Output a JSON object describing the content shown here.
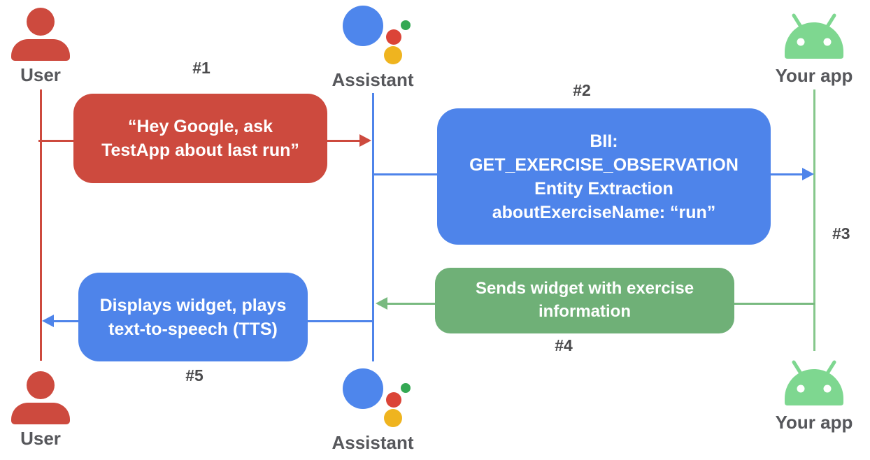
{
  "actors": {
    "user": {
      "label": "User"
    },
    "assistant": {
      "label": "Assistant"
    },
    "your_app": {
      "label": "Your app"
    }
  },
  "steps": {
    "step1": {
      "label": "#1",
      "message": "“Hey Google, ask\nTestApp about last run”"
    },
    "step2": {
      "label": "#2",
      "message": "BII:\nGET_EXERCISE_OBSERVATION\nEntity Extraction\naboutExerciseName: “run”"
    },
    "step3": {
      "label": "#3"
    },
    "step4": {
      "label": "#4",
      "message": "Sends widget with exercise\ninformation"
    },
    "step5": {
      "label": "#5",
      "message": "Displays widget, plays\ntext-to-speech (TTS)"
    }
  },
  "colors": {
    "message_red": "#cd4a3e",
    "message_blue": "#4e84ea",
    "message_green": "#6fb077",
    "lifeline_green": "#85c78b",
    "android_green": "#7ed790",
    "assistant_logo_blue": "#4e86ec",
    "assistant_logo_red": "#db4437",
    "assistant_logo_green": "#34a853",
    "assistant_logo_yellow": "#efb41f",
    "label_gray": "#56575b",
    "step_label_gray": "#4a4a4c"
  }
}
